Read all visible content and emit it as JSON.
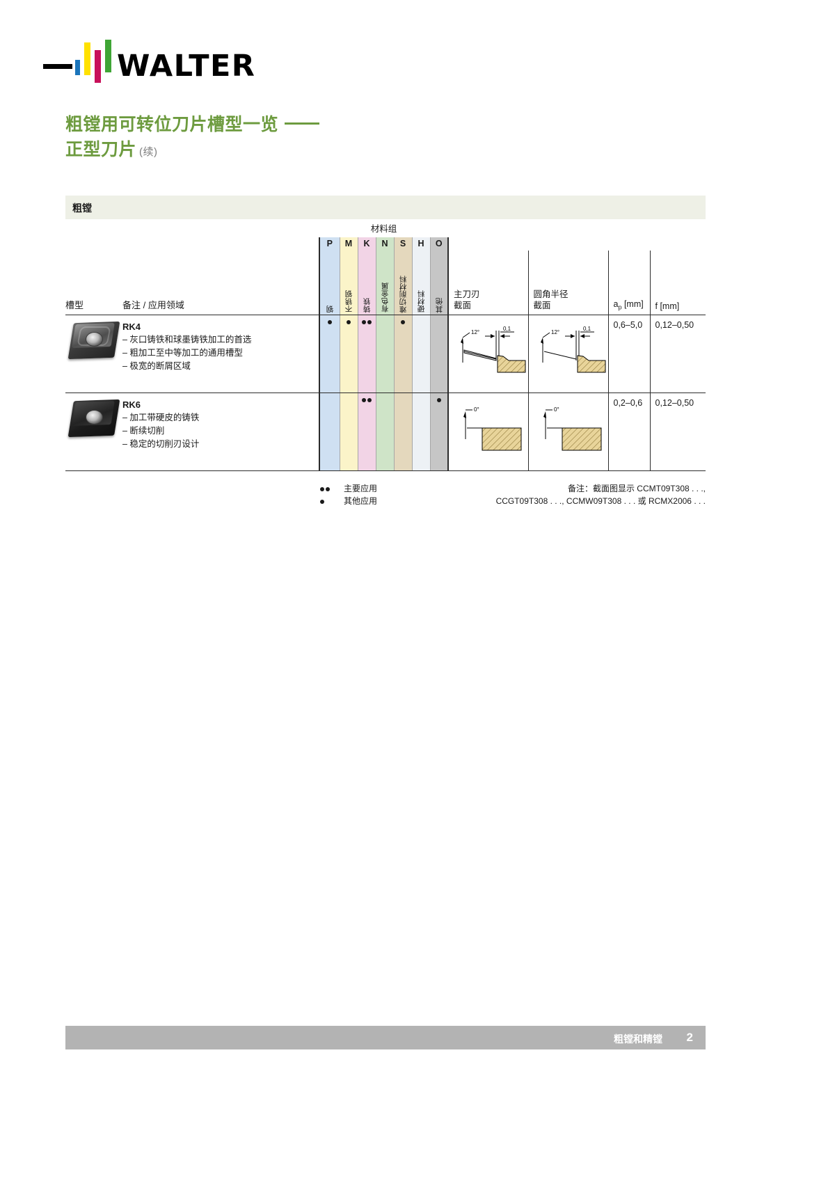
{
  "brand": {
    "name": "WALTER"
  },
  "title": {
    "line1": "粗镗用可转位刀片槽型一览",
    "line2": "正型刀片",
    "suffix": "(续)"
  },
  "section_band": {
    "label": "粗镗"
  },
  "table": {
    "material_group_title": "材料组",
    "headers": {
      "geometry": "槽型",
      "remarks": "备注 / 应用领域",
      "main_edge_l1": "主刀刃",
      "main_edge_l2": "截面",
      "corner_radius_l1": "圆角半径",
      "corner_radius_l2": "截面",
      "ap": "a",
      "ap_sub": "p",
      "ap_unit": " [mm]",
      "f": "f [mm]"
    },
    "material_groups": [
      {
        "letter": "P",
        "label": "钢",
        "color": "#cfe0f2"
      },
      {
        "letter": "M",
        "label": "不锈钢",
        "color": "#fbf4c9"
      },
      {
        "letter": "K",
        "label": "铸铁",
        "color": "#f2d4e6"
      },
      {
        "letter": "N",
        "label": "有色金属",
        "color": "#cfe4c8"
      },
      {
        "letter": "S",
        "label": "难切削材料",
        "color": "#e4d8bd"
      },
      {
        "letter": "H",
        "label": "硬材料",
        "color": "#edf1f5"
      },
      {
        "letter": "O",
        "label": "其他",
        "color": "#c6c6c6"
      }
    ],
    "rows": [
      {
        "code": "RK4",
        "bullets": [
          "– 灰口铸铁和球墨铸铁加工的首选",
          "– 粗加工至中等加工的通用槽型",
          "– 极宽的断屑区域"
        ],
        "marks": [
          "single",
          "single",
          "double",
          "",
          "single",
          "",
          ""
        ],
        "main_edge": {
          "angle": "12°",
          "land": "0,1"
        },
        "corner_radius": {
          "angle": "12°",
          "land": "0,1"
        },
        "ap": "0,6–5,0",
        "f": "0,12–0,50"
      },
      {
        "code": "RK6",
        "bullets": [
          "– 加工带硬皮的铸铁",
          "– 断续切削",
          "– 稳定的切削刃设计"
        ],
        "marks": [
          "",
          "",
          "double",
          "",
          "",
          "",
          "single"
        ],
        "main_edge": {
          "angle": "0°",
          "land": ""
        },
        "corner_radius": {
          "angle": "0°",
          "land": ""
        },
        "ap": "0,2–0,6",
        "f": "0,12–0,50"
      }
    ]
  },
  "legend": [
    {
      "mark": "double",
      "text": "主要应用"
    },
    {
      "mark": "single",
      "text": "其他应用"
    }
  ],
  "note": {
    "line1": "备注：截面图显示 CCMT09T308 . . .,",
    "line2": "CCGT09T308 . . ., CCMW09T308 . . . 或 RCMX2006 . . ."
  },
  "footer": {
    "title": "粗镗和精镗",
    "page": "2"
  },
  "colors": {
    "accent_green": "#6d9b3f",
    "band_bg": "#eef0e6",
    "footer_bg": "#b3b3b3",
    "hatch": "#d9b96a"
  }
}
